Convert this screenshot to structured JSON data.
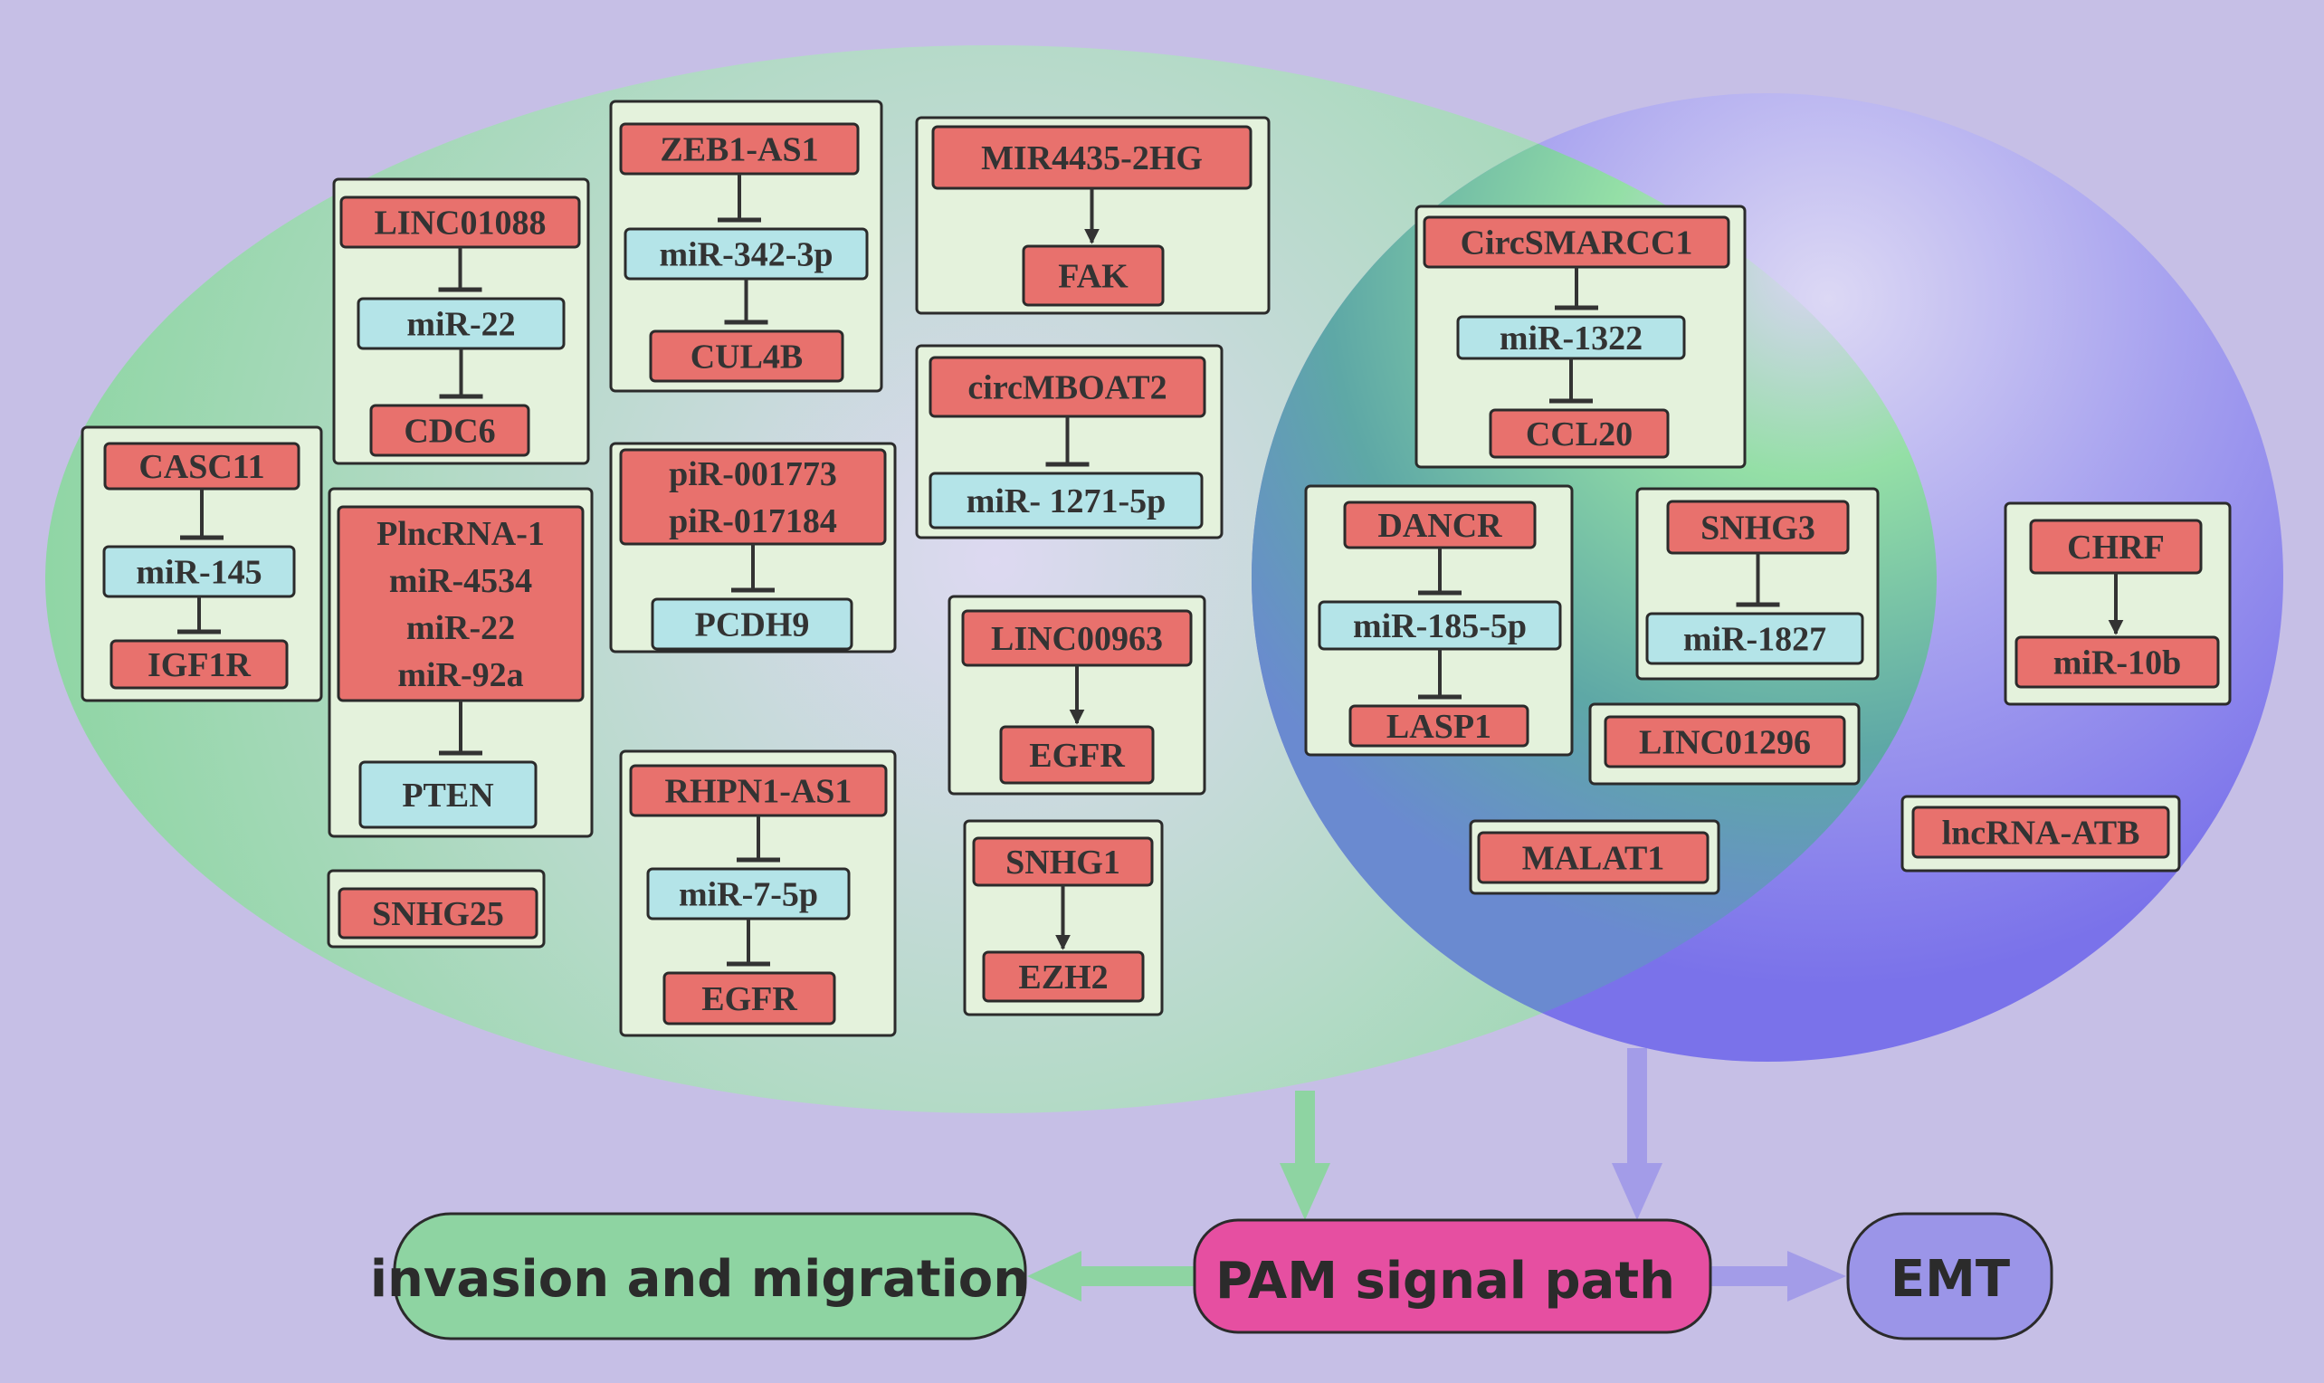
{
  "colors": {
    "background": "#c6bfe6",
    "green_region": "#8fd6a4",
    "blue_region": "#7f78ec",
    "red_node": "#e8716d",
    "blue_node": "#b4e4e8",
    "box_fill": "#e4f2dc",
    "outcome_green": "#8ed4a2",
    "outcome_pink": "#e64fa1",
    "outcome_purple": "#9b95e8",
    "arrow_green": "#8ed4a2",
    "arrow_purple": "#a39ce8"
  },
  "groups": [
    {
      "id": "linc01088",
      "nodes": [
        {
          "text": "LINC01088",
          "kind": "red"
        },
        {
          "text": "miR-22",
          "kind": "blue"
        },
        {
          "text": "CDC6",
          "kind": "red"
        }
      ],
      "edges": [
        "inhibit",
        "inhibit"
      ]
    },
    {
      "id": "zeb1as1",
      "nodes": [
        {
          "text": "ZEB1-AS1",
          "kind": "red"
        },
        {
          "text": "miR-342-3p",
          "kind": "blue"
        },
        {
          "text": "CUL4B",
          "kind": "red"
        }
      ],
      "edges": [
        "inhibit",
        "inhibit"
      ]
    },
    {
      "id": "mir4435",
      "nodes": [
        {
          "text": "MIR4435-2HG",
          "kind": "red"
        },
        {
          "text": "FAK",
          "kind": "red"
        }
      ],
      "edges": [
        "activate"
      ]
    },
    {
      "id": "casc11",
      "nodes": [
        {
          "text": "CASC11",
          "kind": "red"
        },
        {
          "text": "miR-145",
          "kind": "blue"
        },
        {
          "text": "IGF1R",
          "kind": "red"
        }
      ],
      "edges": [
        "inhibit",
        "inhibit"
      ]
    },
    {
      "id": "plncrna",
      "nodes": [
        {
          "text": [
            "PlncRNA-1",
            "miR-4534",
            "miR-22",
            "miR-92a"
          ],
          "kind": "red"
        },
        {
          "text": "PTEN",
          "kind": "blue"
        }
      ],
      "edges": [
        "inhibit"
      ]
    },
    {
      "id": "pir",
      "nodes": [
        {
          "text": [
            "piR-001773",
            "piR-017184"
          ],
          "kind": "red"
        },
        {
          "text": "PCDH9",
          "kind": "blue"
        }
      ],
      "edges": [
        "inhibit"
      ]
    },
    {
      "id": "circmboat2",
      "nodes": [
        {
          "text": "circMBOAT2",
          "kind": "red"
        },
        {
          "text": "miR- 1271-5p",
          "kind": "blue"
        }
      ],
      "edges": [
        "inhibit"
      ]
    },
    {
      "id": "linc00963",
      "nodes": [
        {
          "text": "LINC00963",
          "kind": "red"
        },
        {
          "text": "EGFR",
          "kind": "red"
        }
      ],
      "edges": [
        "activate"
      ]
    },
    {
      "id": "snhg25",
      "nodes": [
        {
          "text": "SNHG25",
          "kind": "red"
        }
      ],
      "edges": []
    },
    {
      "id": "rhpn1as1",
      "nodes": [
        {
          "text": "RHPN1-AS1",
          "kind": "red"
        },
        {
          "text": "miR-7-5p",
          "kind": "blue"
        },
        {
          "text": "EGFR",
          "kind": "red"
        }
      ],
      "edges": [
        "inhibit",
        "inhibit"
      ]
    },
    {
      "id": "snhg1",
      "nodes": [
        {
          "text": "SNHG1",
          "kind": "red"
        },
        {
          "text": "EZH2",
          "kind": "red"
        }
      ],
      "edges": [
        "activate"
      ]
    },
    {
      "id": "circsmarcc1",
      "nodes": [
        {
          "text": "CircSMARCC1",
          "kind": "red"
        },
        {
          "text": "miR-1322",
          "kind": "blue"
        },
        {
          "text": "CCL20",
          "kind": "red"
        }
      ],
      "edges": [
        "inhibit",
        "inhibit"
      ]
    },
    {
      "id": "dancr",
      "nodes": [
        {
          "text": "DANCR",
          "kind": "red"
        },
        {
          "text": "miR-185-5p",
          "kind": "blue"
        },
        {
          "text": "LASP1",
          "kind": "red"
        }
      ],
      "edges": [
        "inhibit",
        "inhibit"
      ]
    },
    {
      "id": "snhg3",
      "nodes": [
        {
          "text": "SNHG3",
          "kind": "red"
        },
        {
          "text": "miR-1827",
          "kind": "blue"
        }
      ],
      "edges": [
        "inhibit"
      ]
    },
    {
      "id": "chrf",
      "nodes": [
        {
          "text": "CHRF",
          "kind": "red"
        },
        {
          "text": "miR-10b",
          "kind": "red"
        }
      ],
      "edges": [
        "activate"
      ]
    },
    {
      "id": "linc01296",
      "nodes": [
        {
          "text": "LINC01296",
          "kind": "red"
        }
      ],
      "edges": []
    },
    {
      "id": "malat1",
      "nodes": [
        {
          "text": "MALAT1",
          "kind": "red"
        }
      ],
      "edges": []
    },
    {
      "id": "lncrnaatb",
      "nodes": [
        {
          "text": "lncRNA-ATB",
          "kind": "red"
        }
      ],
      "edges": []
    }
  ],
  "outcomes": {
    "invasion": "invasion and migration",
    "pam": "PAM signal path",
    "emt": "EMT"
  }
}
